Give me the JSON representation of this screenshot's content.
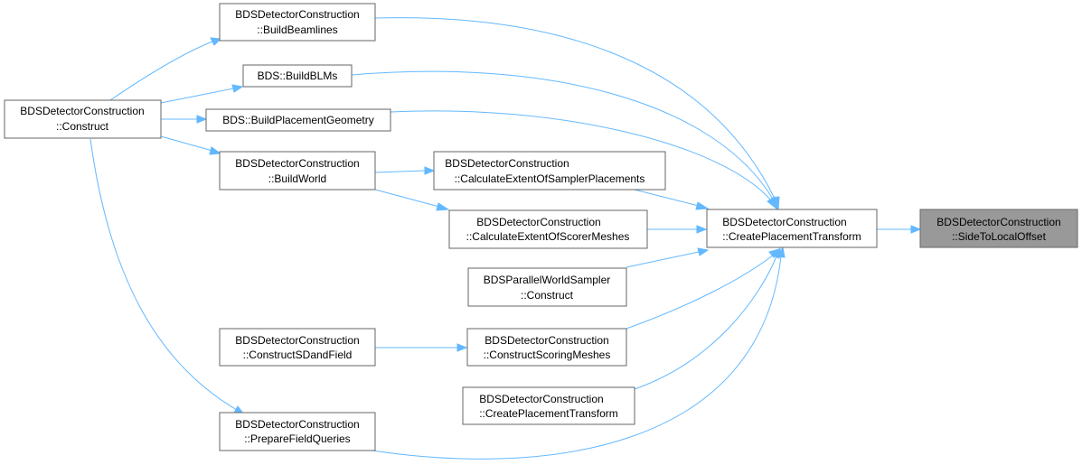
{
  "diagram": {
    "nodes": [
      {
        "id": "n_construct",
        "lines": [
          "BDSDetectorConstruction",
          "::Construct"
        ]
      },
      {
        "id": "n_beamlines",
        "lines": [
          "BDSDetectorConstruction",
          "::BuildBeamlines"
        ]
      },
      {
        "id": "n_blms",
        "lines": [
          "BDS::BuildBLMs"
        ]
      },
      {
        "id": "n_placegeom",
        "lines": [
          "BDS::BuildPlacementGeometry"
        ]
      },
      {
        "id": "n_world",
        "lines": [
          "BDSDetectorConstruction",
          "::BuildWorld"
        ]
      },
      {
        "id": "n_sampler",
        "lines": [
          "BDSDetectorConstruction",
          "::CalculateExtentOfSamplerPlacements"
        ]
      },
      {
        "id": "n_scorer",
        "lines": [
          "BDSDetectorConstruction",
          "::CalculateExtentOfScorerMeshes"
        ]
      },
      {
        "id": "n_pws",
        "lines": [
          "BDSParallelWorldSampler",
          "::Construct"
        ]
      },
      {
        "id": "n_sdfield",
        "lines": [
          "BDSDetectorConstruction",
          "::ConstructSDandField"
        ]
      },
      {
        "id": "n_scoring",
        "lines": [
          "BDSDetectorConstruction",
          "::ConstructScoringMeshes"
        ]
      },
      {
        "id": "n_cpt2",
        "lines": [
          "BDSDetectorConstruction",
          "::CreatePlacementTransform"
        ]
      },
      {
        "id": "n_field",
        "lines": [
          "BDSDetectorConstruction",
          "::PrepareFieldQueries"
        ]
      },
      {
        "id": "n_cpt",
        "lines": [
          "BDSDetectorConstruction",
          "::CreatePlacementTransform"
        ]
      },
      {
        "id": "n_side",
        "lines": [
          "BDSDetectorConstruction",
          "::SideToLocalOffset"
        ],
        "current": true
      }
    ],
    "colors": {
      "edge": "#63b8ff",
      "node_border": "#666666",
      "current_fill": "#999999"
    }
  }
}
